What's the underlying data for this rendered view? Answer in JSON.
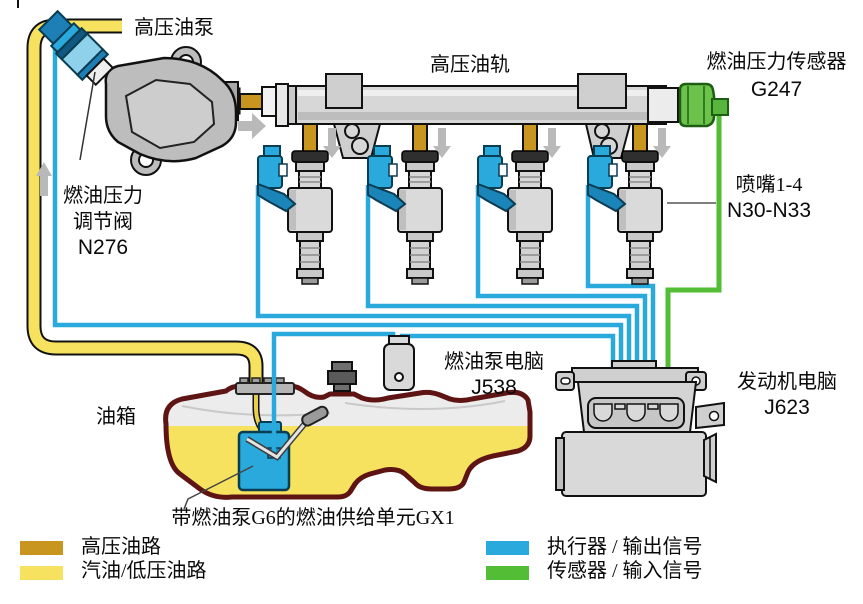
{
  "diagram": {
    "labels": {
      "pump": "高压油泵",
      "rail": "高压油轨",
      "sensor_name": "燃油压力传感器",
      "sensor_code": "G247",
      "injectors_name": "喷嘴1-4",
      "injectors_code": "N30-N33",
      "regulator_line1": "燃油压力",
      "regulator_line2": "调节阀",
      "regulator_code": "N276",
      "fuel_pump_ecu_name": "燃油泵电脑",
      "fuel_pump_ecu_code": "J538",
      "engine_ecu_name": "发动机电脑",
      "engine_ecu_code": "J623",
      "tank": "油箱",
      "supply_unit": "带燃油泵G6的燃油供给单元GX1"
    },
    "legend": {
      "items": [
        {
          "label": "高压油路",
          "color": "#c8961e"
        },
        {
          "label": "汽油/低压油路",
          "color": "#f6e25e"
        },
        {
          "label": "执行器 / 输出信号",
          "color": "#29a9dc"
        },
        {
          "label": "传感器 / 输入信号",
          "color": "#53bd36"
        }
      ]
    },
    "colors": {
      "high_pressure": "#c8961e",
      "low_pressure": "#f6e25e",
      "actuator_signal": "#29a9dc",
      "sensor_signal": "#53bd36",
      "tank_outline": "#5e1413"
    }
  }
}
